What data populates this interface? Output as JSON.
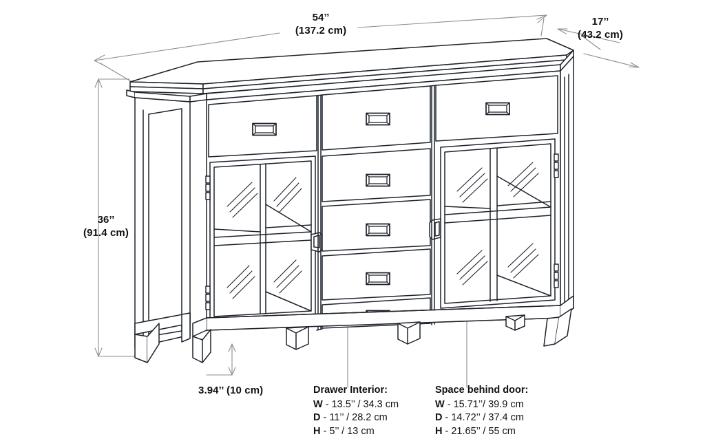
{
  "diagram": {
    "title": "Sideboard buffet cabinet dimension diagram",
    "background": "#ffffff",
    "line_color": "#1d222b",
    "dim_line_color": "#8a8d93",
    "text_color": "#111111"
  },
  "dimensions": {
    "width": {
      "label": "54’’",
      "metric": "(137.2 cm)"
    },
    "depth": {
      "label": "17’’",
      "metric": "(43.2 cm)"
    },
    "height": {
      "label": "36’’",
      "metric": "(91.4 cm)"
    },
    "clearance": {
      "label": "3.94’’ (10 cm)"
    }
  },
  "notes": {
    "drawer": {
      "heading": "Drawer Interior:",
      "rows": [
        {
          "key": "W",
          "value": "- 13.5’’ / 34.3 cm"
        },
        {
          "key": "D",
          "value": "- 11’’ / 28.2 cm"
        },
        {
          "key": "H",
          "value": "-  5’’ / 13 cm"
        }
      ]
    },
    "door": {
      "heading": "Space behind door:",
      "rows": [
        {
          "key": "W",
          "value": "- 15.71’’/ 39.9 cm"
        },
        {
          "key": "D",
          "value": "- 14.72’’ / 37.4 cm"
        },
        {
          "key": "H",
          "value": "- 21.65’’ /  55 cm"
        }
      ]
    }
  },
  "furniture": {
    "type": "sideboard",
    "sections": [
      "left-glass-door",
      "center-drawer-stack",
      "right-glass-door"
    ],
    "drawer_count_center": 4,
    "top_drawer_count": 3,
    "door_count": 2,
    "leg_count_visible": 4,
    "hardware": "rectangular bevel pull"
  }
}
